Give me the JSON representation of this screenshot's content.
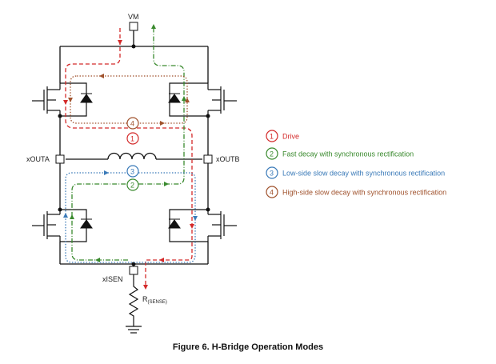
{
  "labels": {
    "vm": "VM",
    "xouta": "xOUTA",
    "xoutb": "xOUTB",
    "xisen": "xISEN",
    "rsense_main": "R",
    "rsense_sub": "(SENSE)"
  },
  "legend": [
    {
      "num": "1",
      "text": "Drive",
      "color": "#d42a2a"
    },
    {
      "num": "2",
      "text": "Fast decay with synchronous rectification",
      "color": "#3a8a2e"
    },
    {
      "num": "3",
      "text": "Low-side slow decay with synchronous rectification",
      "color": "#3a7ab8"
    },
    {
      "num": "4",
      "text": "High-side slow decay with synchronous rectification",
      "color": "#a0522d"
    }
  ],
  "path_markers": [
    "4",
    "1",
    "3",
    "2"
  ],
  "caption": "Figure 6.  H-Bridge Operation Modes"
}
